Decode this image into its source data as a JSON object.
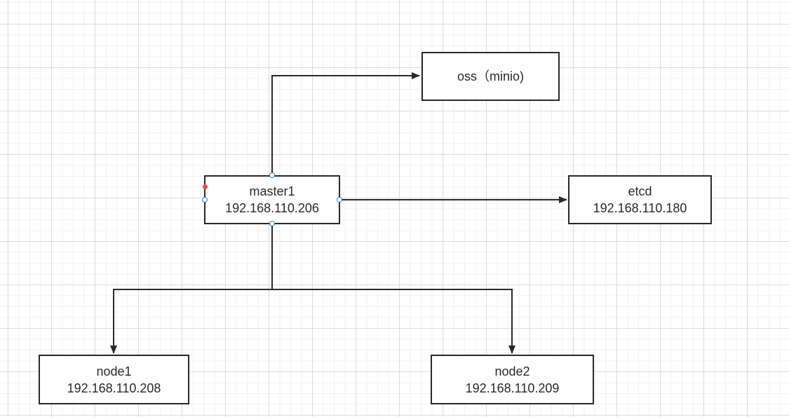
{
  "diagram": {
    "nodes": {
      "oss": {
        "label": "oss（minio)"
      },
      "master1": {
        "name": "master1",
        "ip": "192.168.110.206"
      },
      "etcd": {
        "name": "etcd",
        "ip": "192.168.110.180"
      },
      "node1": {
        "name": "node1",
        "ip": "192.168.110.208"
      },
      "node2": {
        "name": "node2",
        "ip": "192.168.110.209"
      }
    },
    "edges": [
      {
        "from": "master1",
        "to": "oss"
      },
      {
        "from": "master1",
        "to": "etcd"
      },
      {
        "from": "master1",
        "to": "node1"
      },
      {
        "from": "master1",
        "to": "node2"
      }
    ],
    "selected_node": "master1",
    "colors": {
      "line": "#2a2a2a",
      "grid": "#dcdcdc",
      "handle": "#2e7cc8",
      "rotate_handle": "#f24b4b"
    }
  }
}
